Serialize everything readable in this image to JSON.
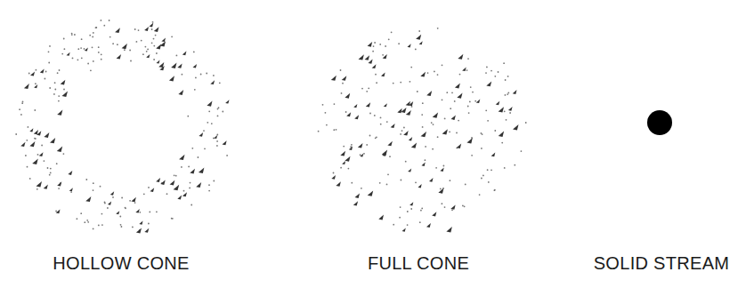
{
  "diagram": {
    "labels": [
      "HOLLOW CONE",
      "FULL CONE",
      "SOLID STREAM"
    ]
  }
}
